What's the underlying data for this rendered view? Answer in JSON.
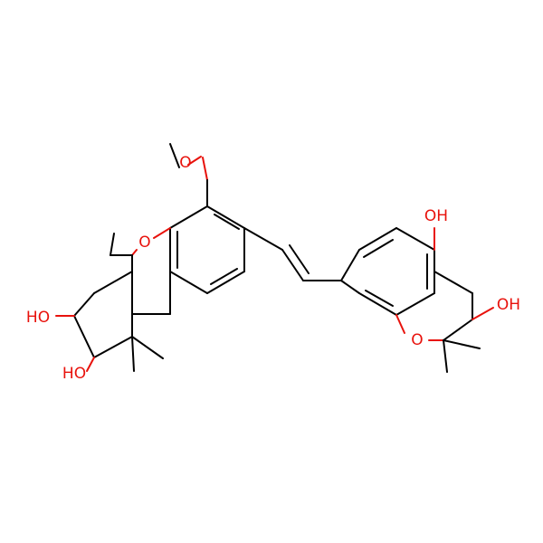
{
  "molecule": {
    "label_color": "#e8120c",
    "bond_color": "#000000",
    "atom_labels": {
      "o_ring_left": "O",
      "o_methoxy": "O",
      "oh_left_upper": "HO",
      "oh_left_lower": "HO",
      "oh_right_upper": "OH",
      "oh_right_side": "OH",
      "o_ring_right": "O"
    }
  }
}
